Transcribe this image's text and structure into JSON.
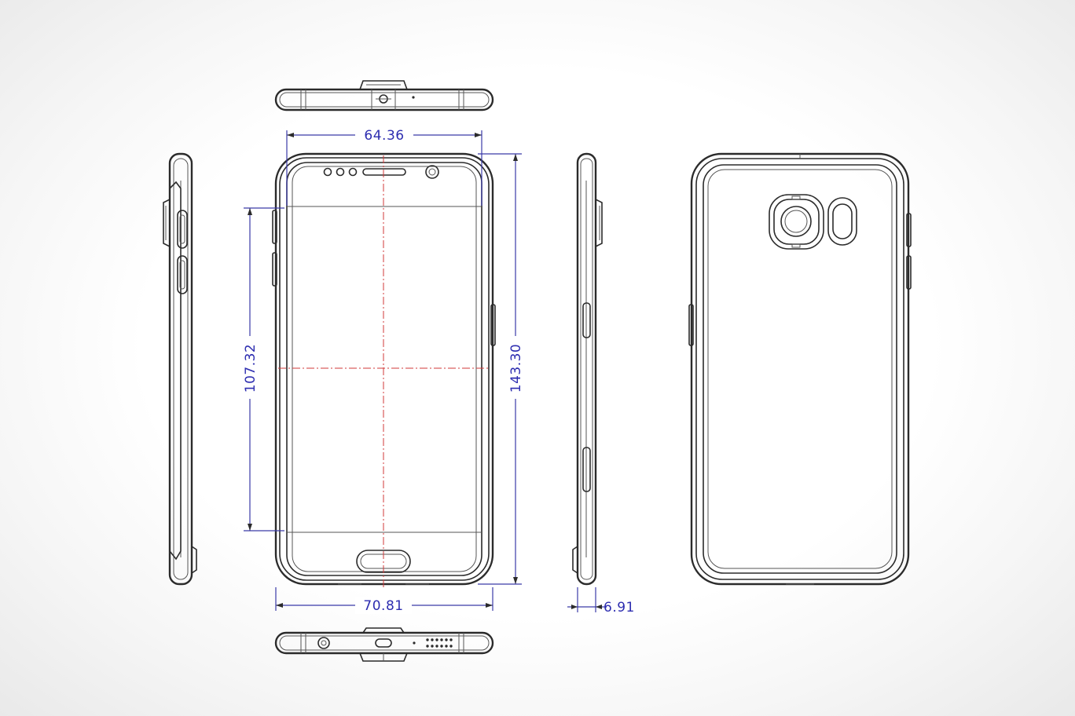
{
  "colors": {
    "outline": "#2b2b2b",
    "dimension": "#2d2db0",
    "centerline": "#d23a3a",
    "background": "#ffffff"
  },
  "dimensions": {
    "screen_width": "64.36",
    "overall_width": "70.81",
    "screen_height": "107.32",
    "overall_height": "143.30",
    "thickness": "6.91"
  }
}
